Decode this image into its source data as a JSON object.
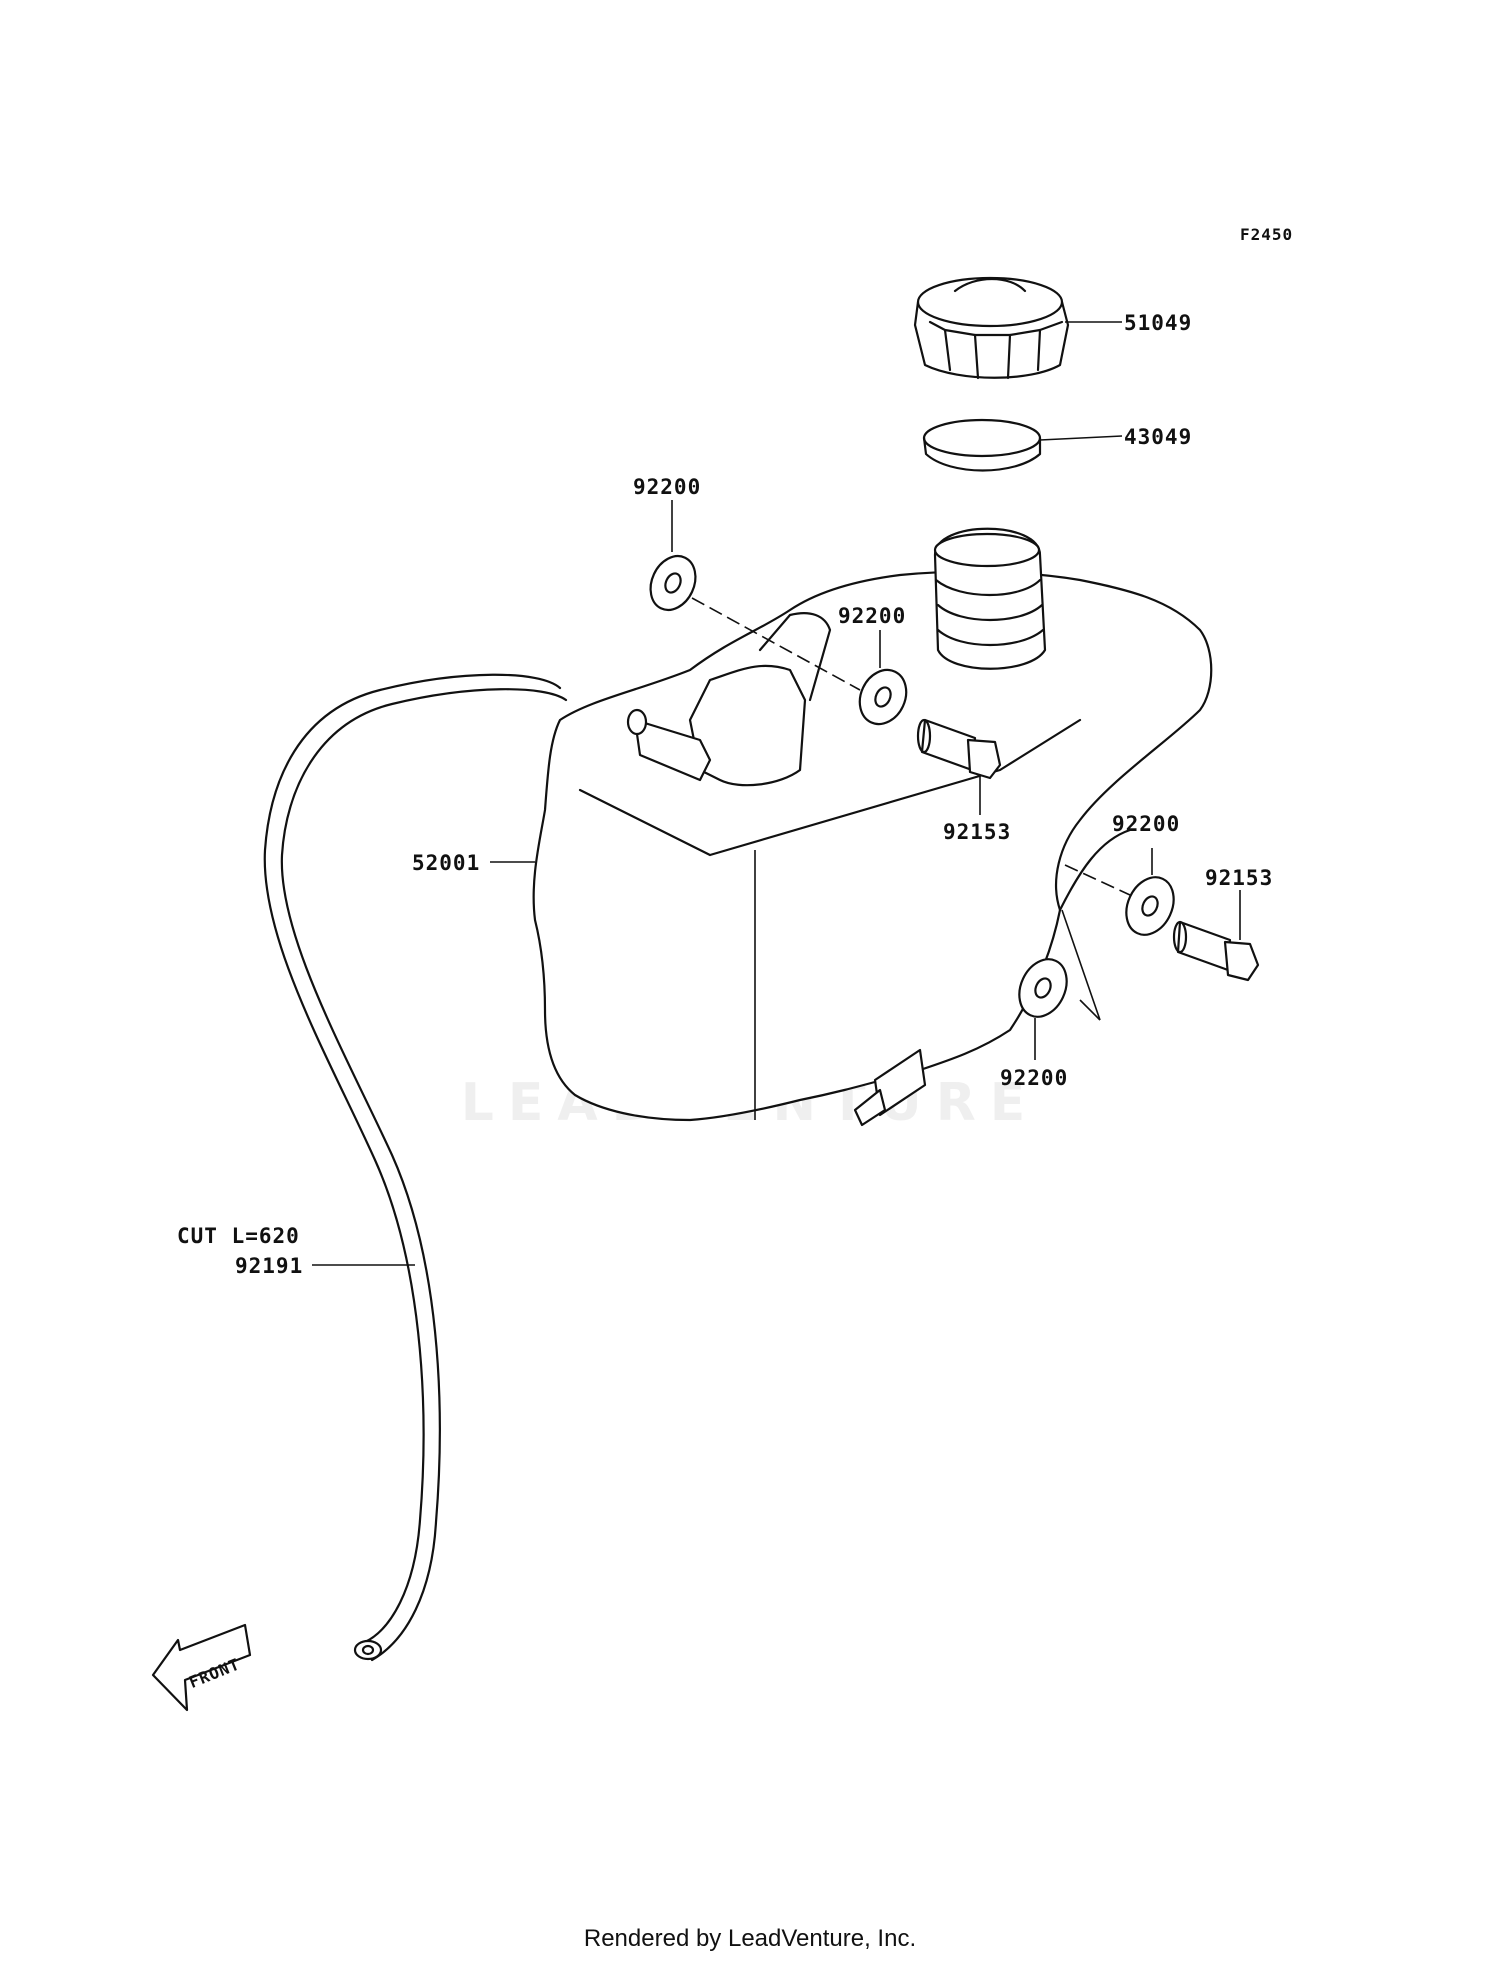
{
  "diagram_id": "F2450",
  "parts": {
    "cap": "51049",
    "gasket": "43049",
    "tank": "52001",
    "washer_top_left": "92200",
    "washer_top_mid": "92200",
    "washer_right": "92200",
    "washer_bottom": "92200",
    "bolt_top": "92153",
    "bolt_right": "92153",
    "hose": "92191"
  },
  "hose_note": "CUT L=620",
  "front_marker": "FRONT",
  "watermark": "LEADVENTURE",
  "footer": "Rendered by LeadVenture, Inc."
}
